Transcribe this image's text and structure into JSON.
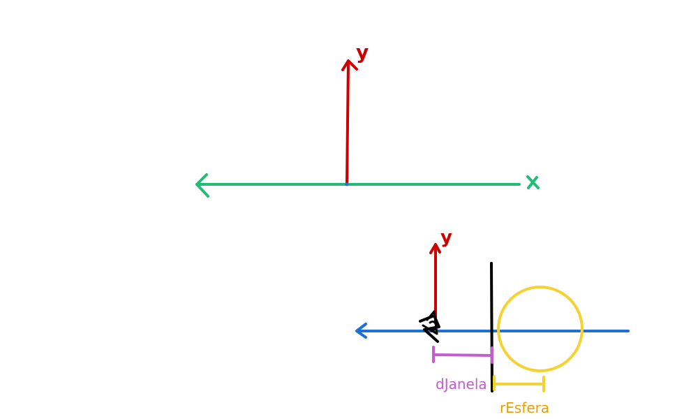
{
  "diagram": {
    "top_view": {
      "vertical_axis_label": "y",
      "horizontal_axis_label": "x"
    },
    "bottom_view": {
      "vertical_axis_label": "y",
      "window_distance_label": "dJanela",
      "sphere_radius_label": "rEsfera"
    }
  },
  "colors": {
    "y_axis": "#cc0000",
    "x_axis": "#22bb77",
    "z_axis": "#1e70d6",
    "window_plane": "#000000",
    "sphere": "#f5d132",
    "window_distance": "#c45cd0",
    "sphere_radius_bar": "#f5d132",
    "sphere_radius_text": "#e8a000"
  }
}
